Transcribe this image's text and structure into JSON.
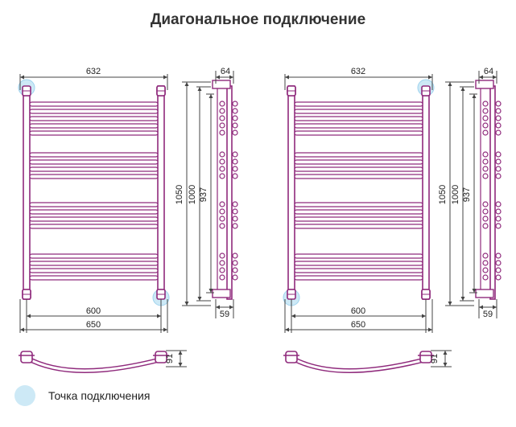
{
  "title": "Диагональное подключение",
  "colors": {
    "pipe": "#8f2a7c",
    "dimension": "#444444",
    "connection_point": "#cde9f6",
    "connection_ring": "#9fd3ee"
  },
  "dimensions": {
    "width_top": "632",
    "depth_top": "64",
    "height_1050": "1050",
    "height_1000": "1000",
    "height_937": "937",
    "bottom_600": "600",
    "bottom_650": "650",
    "depth_bottom": "59",
    "profile_depth": "91"
  },
  "legend": {
    "label": "Точка подключения"
  }
}
